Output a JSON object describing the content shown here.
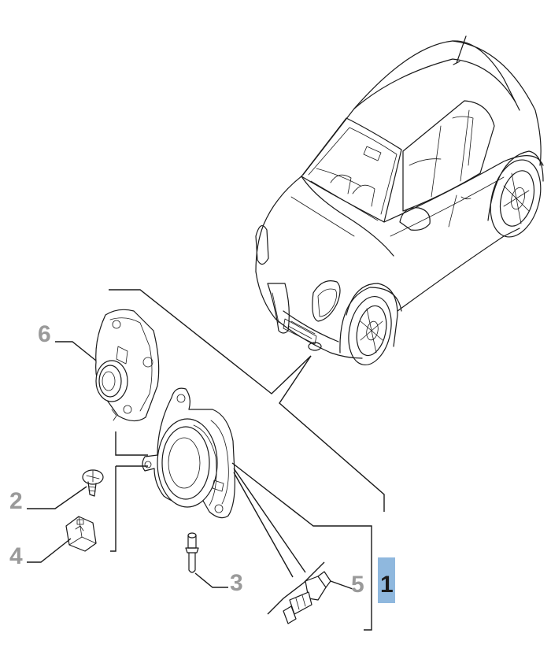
{
  "callouts": {
    "c1": "1",
    "c2": "2",
    "c3": "3",
    "c4": "4",
    "c5": "5",
    "c6": "6"
  },
  "highlight_color": "#8fb8de",
  "callout_color": "#9a9a9a"
}
